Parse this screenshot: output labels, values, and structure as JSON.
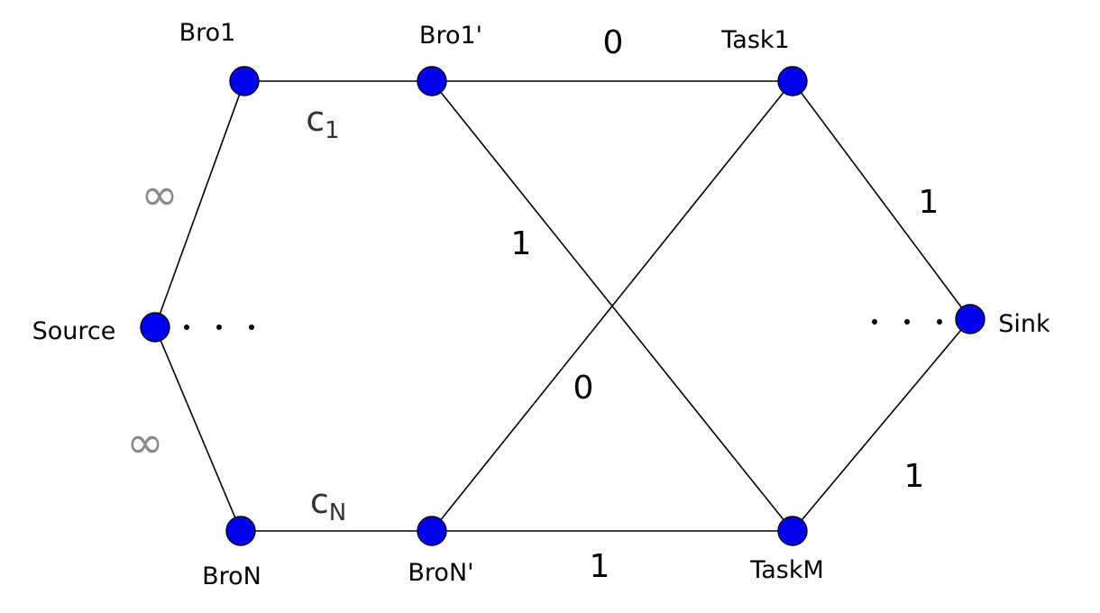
{
  "node_color": "#0000ee",
  "nodes": {
    "bro1": "Bro1",
    "bro1p": "Bro1'",
    "task1": "Task1",
    "source": "Source",
    "sink": "Sink",
    "bron": "BroN",
    "bronp": "BroN'",
    "taskm": "TaskM"
  },
  "edge_labels": {
    "source_bro1": "∞",
    "source_bron": "∞",
    "bro1_bro1p_base": "c",
    "bro1_bro1p_sub": "1",
    "bron_bronp_base": "c",
    "bron_bronp_sub": "N",
    "bro1p_task1": "0",
    "bro1p_taskm": "1",
    "bronp_task1": "0",
    "bronp_taskm": "1",
    "task1_sink": "1",
    "taskm_sink": "1"
  }
}
